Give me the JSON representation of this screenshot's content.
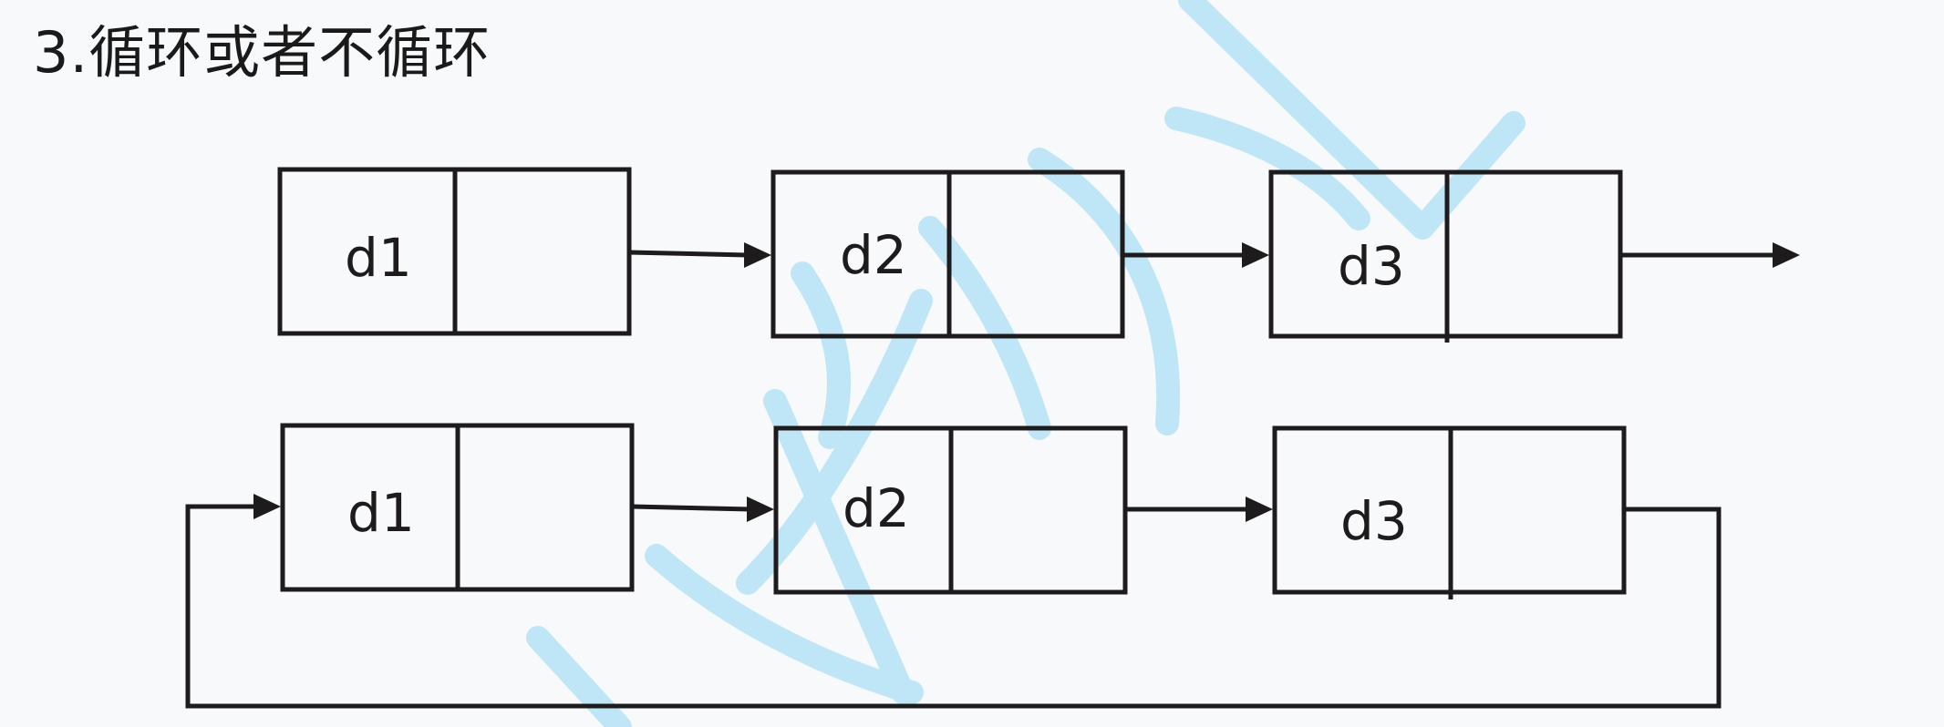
{
  "heading": "3.循环或者不循环",
  "lists": [
    {
      "circular": false,
      "nodes": [
        {
          "label": "d1"
        },
        {
          "label": "d2"
        },
        {
          "label": "d3"
        }
      ]
    },
    {
      "circular": true,
      "nodes": [
        {
          "label": "d1"
        },
        {
          "label": "d2"
        },
        {
          "label": "d3"
        }
      ]
    }
  ],
  "colors": {
    "stroke": "#1e1b1c",
    "watermark": "#bfe6f6",
    "background": "#f8f9fb"
  }
}
